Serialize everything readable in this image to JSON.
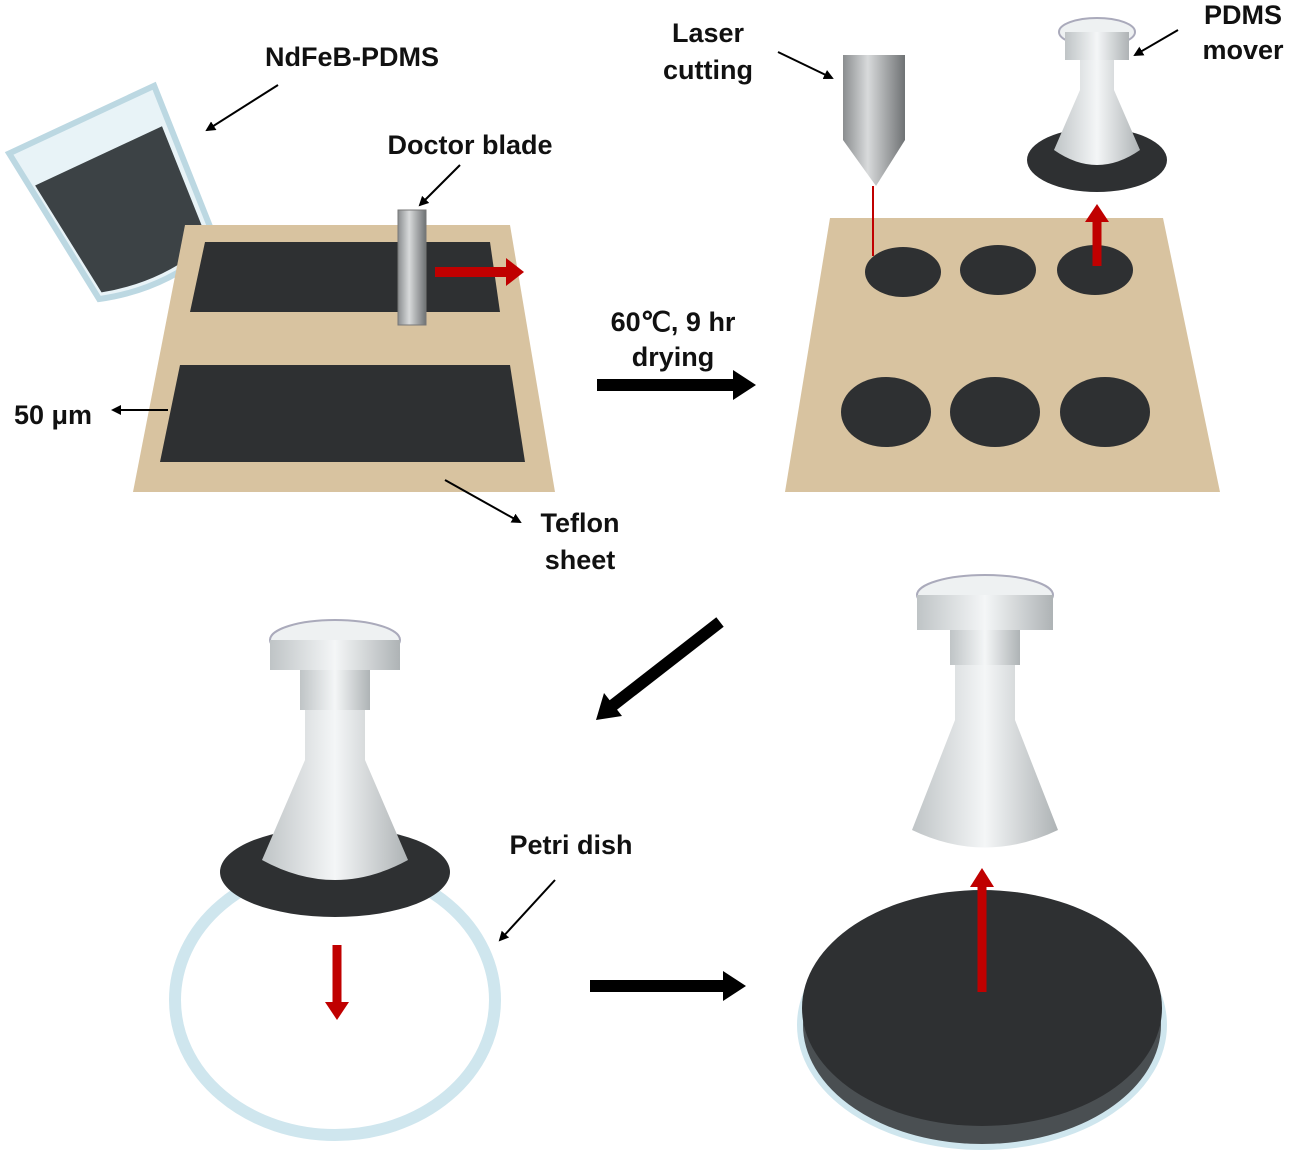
{
  "labels": {
    "ndfeb_pdms": "NdFeB-PDMS",
    "doctor_blade": "Doctor blade",
    "thickness": "50 μm",
    "teflon_line1": "Teflon",
    "teflon_line2": "sheet",
    "drying_line1": "60℃, 9 hr",
    "drying_line2": "drying",
    "laser_line1": "Laser",
    "laser_line2": "cutting",
    "pdms_line1": "PDMS",
    "pdms_line2": "mover",
    "petri_dish": "Petri dish"
  },
  "colors": {
    "teflon": "#d8c3a0",
    "film": "#2e3032",
    "red_arrow": "#c00000",
    "black_arrow": "#000000",
    "glass": "#cfe6ee"
  }
}
